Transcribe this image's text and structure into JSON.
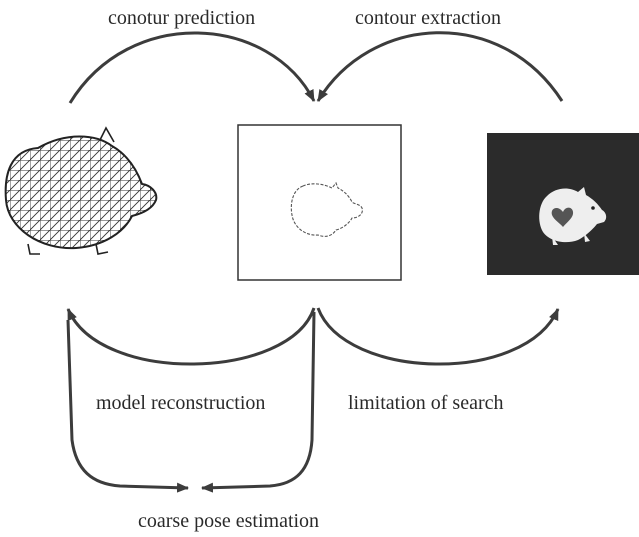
{
  "labels": {
    "contour_prediction": "conotur prediction",
    "contour_extraction": "contour extraction",
    "model_reconstruction": "model reconstruction",
    "limitation_of_search": "limitation of search",
    "coarse_pose_estimation": "coarse pose estimation"
  },
  "panels": {
    "left": "wireframe-pig-model-icon",
    "center": "extracted-pig-contour-icon",
    "right": "pig-photograph-icon"
  },
  "colors": {
    "arrow": "#3c3c3c",
    "photo_background": "#2b2b2b"
  }
}
